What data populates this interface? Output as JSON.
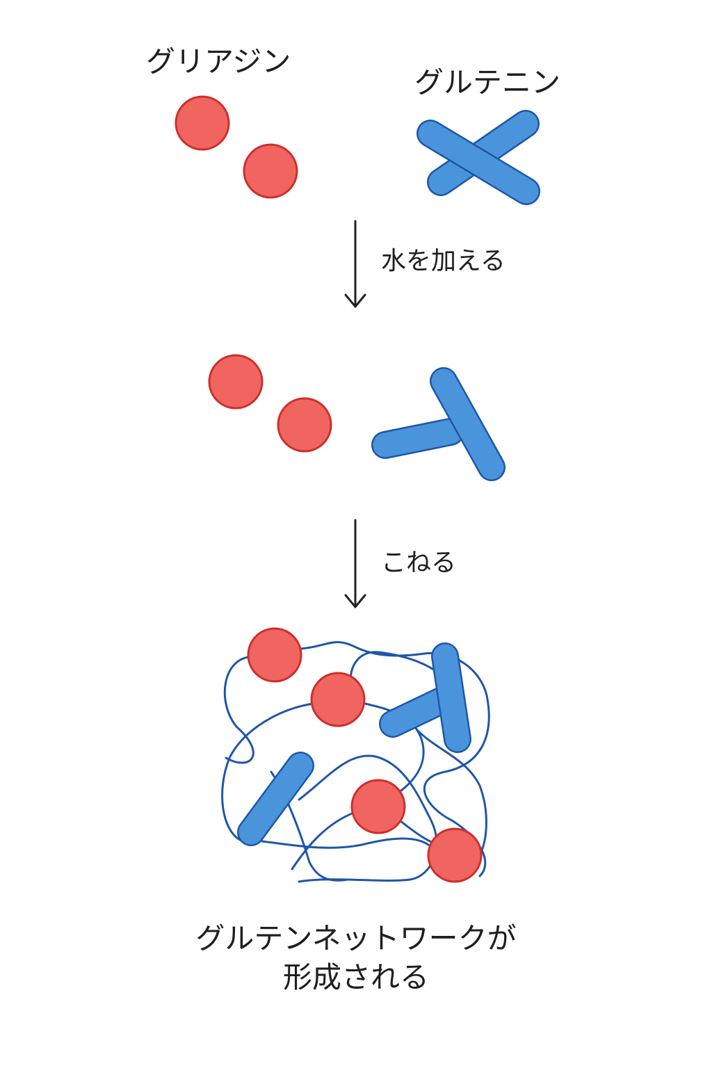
{
  "labels": {
    "gliadin": "グリアジン",
    "glutenin": "グルテニン",
    "step1": "水を加える",
    "step2": "こねる",
    "caption_line1": "グルテンネットワークが",
    "caption_line2": "形成される"
  },
  "colors": {
    "gliadin_fill": "#f06560",
    "gliadin_stroke": "#cc2f2c",
    "glutenin_fill": "#4a94dc",
    "glutenin_stroke": "#1f56a8",
    "network_line": "#1f56a8",
    "arrow": "#222222",
    "text": "#1f1f1f"
  }
}
